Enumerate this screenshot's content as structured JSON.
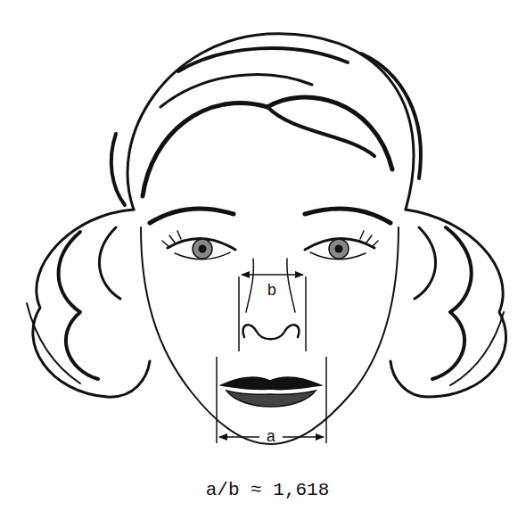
{
  "diagram": {
    "caption": "a/b ≈ 1,618",
    "labels": [
      "b",
      "a"
    ]
  }
}
